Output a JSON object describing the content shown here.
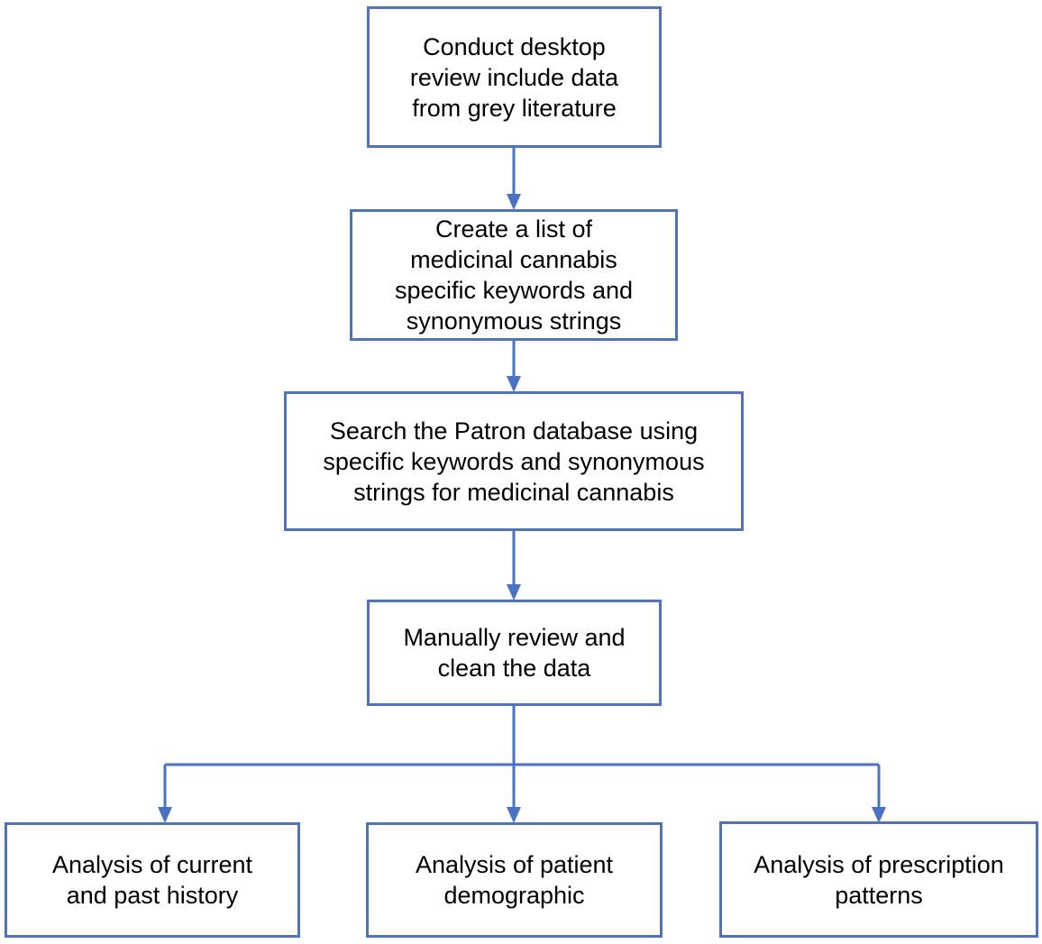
{
  "colors": {
    "border": "#4f73b4",
    "connector": "#4a72c4",
    "text": "#000000"
  },
  "steps": [
    {
      "text": "Conduct desktop\nreview include data\nfrom grey literature"
    },
    {
      "text": "Create a list of\nmedicinal cannabis\nspecific keywords and\nsynonymous strings"
    },
    {
      "text": "Search the Patron database using\nspecific keywords and synonymous\nstrings for medicinal cannabis"
    },
    {
      "text": "Manually review and\nclean the data"
    }
  ],
  "analyses": [
    {
      "text": "Analysis of current\nand past history"
    },
    {
      "text": "Analysis of patient\ndemographic"
    },
    {
      "text": "Analysis of prescription\npatterns"
    }
  ]
}
